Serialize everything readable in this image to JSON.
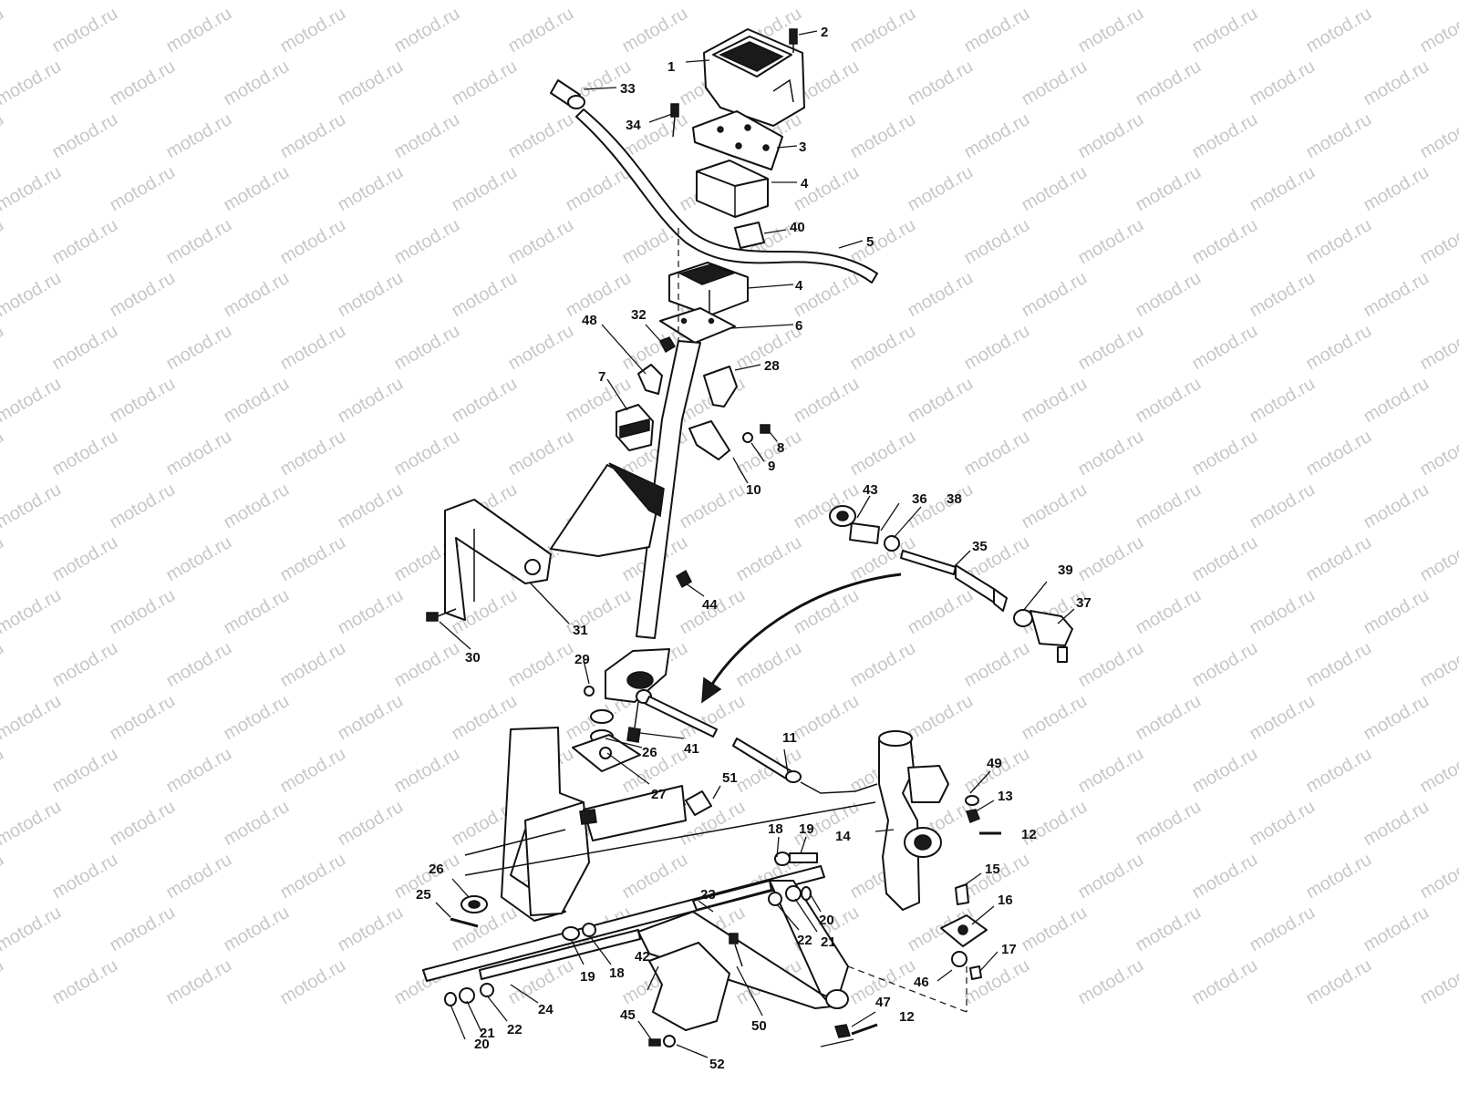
{
  "watermark": "motod.ru",
  "callouts": [
    {
      "id": "c1",
      "text": "1"
    },
    {
      "id": "c2",
      "text": "2"
    },
    {
      "id": "c3",
      "text": "3"
    },
    {
      "id": "c4a",
      "text": "4"
    },
    {
      "id": "c4b",
      "text": "4"
    },
    {
      "id": "c5",
      "text": "5"
    },
    {
      "id": "c6",
      "text": "6"
    },
    {
      "id": "c7",
      "text": "7"
    },
    {
      "id": "c8",
      "text": "8"
    },
    {
      "id": "c9",
      "text": "9"
    },
    {
      "id": "c10",
      "text": "10"
    },
    {
      "id": "c11",
      "text": "11"
    },
    {
      "id": "c12a",
      "text": "12"
    },
    {
      "id": "c12b",
      "text": "12"
    },
    {
      "id": "c13",
      "text": "13"
    },
    {
      "id": "c14",
      "text": "14"
    },
    {
      "id": "c15",
      "text": "15"
    },
    {
      "id": "c16",
      "text": "16"
    },
    {
      "id": "c17",
      "text": "17"
    },
    {
      "id": "c18a",
      "text": "18"
    },
    {
      "id": "c18b",
      "text": "18"
    },
    {
      "id": "c19a",
      "text": "19"
    },
    {
      "id": "c19b",
      "text": "19"
    },
    {
      "id": "c20a",
      "text": "20"
    },
    {
      "id": "c20b",
      "text": "20"
    },
    {
      "id": "c21a",
      "text": "21"
    },
    {
      "id": "c21b",
      "text": "21"
    },
    {
      "id": "c22a",
      "text": "22"
    },
    {
      "id": "c22b",
      "text": "22"
    },
    {
      "id": "c23",
      "text": "23"
    },
    {
      "id": "c24",
      "text": "24"
    },
    {
      "id": "c25",
      "text": "25"
    },
    {
      "id": "c26a",
      "text": "26"
    },
    {
      "id": "c26b",
      "text": "26"
    },
    {
      "id": "c27",
      "text": "27"
    },
    {
      "id": "c28",
      "text": "28"
    },
    {
      "id": "c29",
      "text": "29"
    },
    {
      "id": "c30",
      "text": "30"
    },
    {
      "id": "c31",
      "text": "31"
    },
    {
      "id": "c32",
      "text": "32"
    },
    {
      "id": "c33",
      "text": "33"
    },
    {
      "id": "c34",
      "text": "34"
    },
    {
      "id": "c35",
      "text": "35"
    },
    {
      "id": "c36",
      "text": "36"
    },
    {
      "id": "c37",
      "text": "37"
    },
    {
      "id": "c38",
      "text": "38"
    },
    {
      "id": "c39",
      "text": "39"
    },
    {
      "id": "c40",
      "text": "40"
    },
    {
      "id": "c41",
      "text": "41"
    },
    {
      "id": "c42",
      "text": "42"
    },
    {
      "id": "c43",
      "text": "43"
    },
    {
      "id": "c44",
      "text": "44"
    },
    {
      "id": "c45",
      "text": "45"
    },
    {
      "id": "c46",
      "text": "46"
    },
    {
      "id": "c47",
      "text": "47"
    },
    {
      "id": "c48",
      "text": "48"
    },
    {
      "id": "c49",
      "text": "49"
    },
    {
      "id": "c50",
      "text": "50"
    },
    {
      "id": "c51",
      "text": "51"
    },
    {
      "id": "c52",
      "text": "52"
    }
  ]
}
